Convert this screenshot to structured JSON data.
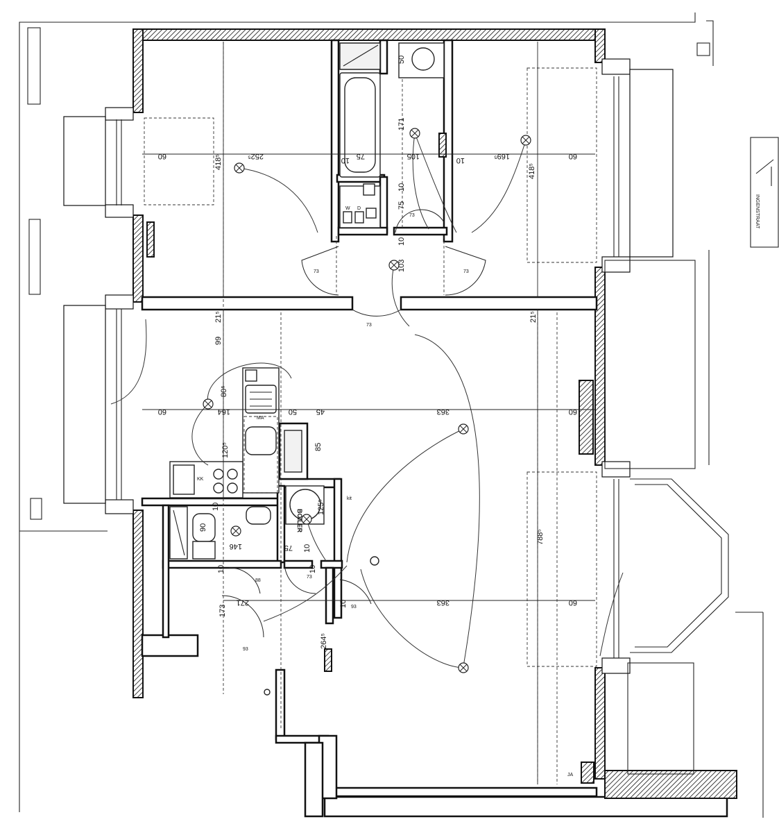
{
  "dimensions": {
    "d_60_bed_left": "60",
    "d_252": "252⁵",
    "d_75_bath": "75",
    "d_105": "105",
    "d_10_bath": "10",
    "d_169": "169⁵",
    "d_60_bed_right": "60",
    "d_418_left": "418⁵",
    "d_418_right": "418⁵",
    "d_171": "171",
    "d_50": "50",
    "d_10_mid": "10",
    "d_75_mid": "75",
    "d_10_hall": "10",
    "d_103": "103",
    "d_21_left": "21⁵",
    "d_21_right": "21⁵",
    "d_99": "99",
    "d_60_living_left": "60",
    "d_164": "164",
    "d_80": "80⁵",
    "d_50_living": "50",
    "d_45": "45",
    "d_363_top": "363",
    "d_60_living_right": "60",
    "d_85": "85",
    "d_120": "120⁵",
    "d_10_wc": "10",
    "d_90": "90",
    "d_146": "146",
    "d_125": "125⁵",
    "d_75_wc": "75",
    "d_10_wc2": "10",
    "d_788": "788⁵",
    "d_10_hall2": "10",
    "d_10_hall3": "10",
    "d_271": "271",
    "d_363_bottom": "363",
    "d_60_bottom": "60",
    "d_173": "173",
    "d_10_hall4": "10",
    "d_264": "264⁵"
  },
  "door_swings": {
    "s1": "73",
    "s2": "73",
    "s3": "73",
    "s4": "73",
    "s5": "73",
    "s6": "88",
    "s7": "93",
    "s8": "93"
  },
  "labels": {
    "boiler": "BOILER",
    "washer": "W",
    "dryer": "D",
    "kk": "KK",
    "ma": "MA",
    "kit": "kit",
    "ja": "JA",
    "street": "INGENSTRAAT"
  }
}
